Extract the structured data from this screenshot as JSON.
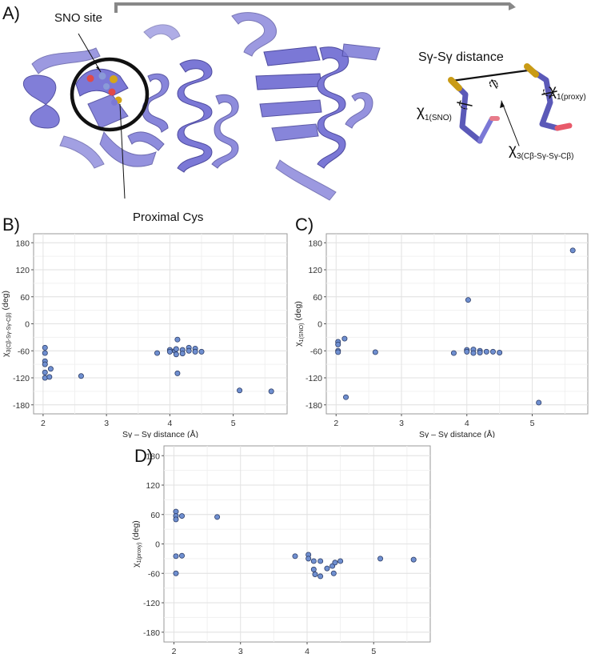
{
  "panel_a": {
    "letter": "A)",
    "sno_site": "SNO site",
    "proximal_cys": "Proximal Cys",
    "distance_label": "Sγ-Sγ distance",
    "chi1_sno": "χ",
    "chi1_sno_sub": "1(SNO)",
    "chi1_proxy": "χ",
    "chi1_proxy_sub": "1(proxy)",
    "chi3": "χ",
    "chi3_sub": "3(Cβ-Sγ-Sγ-Cβ)",
    "colors": {
      "ribbon": "#7b78d6",
      "sulfur": "#d4a619",
      "oxygen": "#e04a4a",
      "nitrogen": "#8a9ad8"
    }
  },
  "chart_data": [
    {
      "panel": "B)",
      "type": "scatter",
      "xlabel": "Sγ – Sγ distance (Å)",
      "ylabel": "χ",
      "ylabel_sub": "3(Cβ-Sγ-Sγ-Cβ)",
      "ylabel_unit": " (deg)",
      "xlim": [
        1.85,
        5.85
      ],
      "ylim": [
        -200,
        200
      ],
      "xticks": [
        2,
        3,
        4,
        5
      ],
      "yticks": [
        180,
        120,
        60,
        0,
        -60,
        -120,
        -180
      ],
      "grid": true,
      "color": "#6f8fd0",
      "points": [
        [
          2.03,
          -53
        ],
        [
          2.03,
          -65
        ],
        [
          2.03,
          -83
        ],
        [
          2.03,
          -90
        ],
        [
          2.03,
          -108
        ],
        [
          2.03,
          -120
        ],
        [
          2.1,
          -118
        ],
        [
          2.12,
          -100
        ],
        [
          2.6,
          -116
        ],
        [
          3.8,
          -65
        ],
        [
          4.0,
          -58
        ],
        [
          4.0,
          -62
        ],
        [
          4.08,
          -60
        ],
        [
          4.1,
          -56
        ],
        [
          4.1,
          -68
        ],
        [
          4.12,
          -35
        ],
        [
          4.12,
          -110
        ],
        [
          4.2,
          -58
        ],
        [
          4.2,
          -66
        ],
        [
          4.3,
          -53
        ],
        [
          4.3,
          -60
        ],
        [
          4.4,
          -55
        ],
        [
          4.4,
          -62
        ],
        [
          4.5,
          -62
        ],
        [
          5.1,
          -148
        ],
        [
          5.6,
          -150
        ]
      ]
    },
    {
      "panel": "C)",
      "type": "scatter",
      "xlabel": "Sγ – Sγ distance (Å)",
      "ylabel": "χ",
      "ylabel_sub": "1(SNO)",
      "ylabel_unit": " (deg)",
      "xlim": [
        1.85,
        5.85
      ],
      "ylim": [
        -200,
        200
      ],
      "xticks": [
        2,
        3,
        4,
        5
      ],
      "yticks": [
        180,
        120,
        60,
        0,
        -60,
        -120,
        -180
      ],
      "grid": true,
      "color": "#6f8fd0",
      "points": [
        [
          2.03,
          -40
        ],
        [
          2.03,
          -46
        ],
        [
          2.03,
          -60
        ],
        [
          2.03,
          -63
        ],
        [
          2.13,
          -33
        ],
        [
          2.15,
          -163
        ],
        [
          2.6,
          -63
        ],
        [
          3.8,
          -65
        ],
        [
          4.0,
          -58
        ],
        [
          4.0,
          -62
        ],
        [
          4.02,
          53
        ],
        [
          4.1,
          -57
        ],
        [
          4.1,
          -65
        ],
        [
          4.2,
          -60
        ],
        [
          4.2,
          -64
        ],
        [
          4.3,
          -62
        ],
        [
          4.4,
          -62
        ],
        [
          4.5,
          -64
        ],
        [
          5.1,
          -175
        ],
        [
          5.62,
          163
        ]
      ]
    },
    {
      "panel": "D)",
      "type": "scatter",
      "xlabel": "Sγ – Sγ distance (Å)",
      "ylabel": "χ",
      "ylabel_sub": "1(proxy)",
      "ylabel_unit": " (deg)",
      "xlim": [
        1.85,
        5.85
      ],
      "ylim": [
        -200,
        200
      ],
      "xticks": [
        2,
        3,
        4,
        5
      ],
      "yticks": [
        180,
        120,
        60,
        0,
        -60,
        -120,
        -180
      ],
      "grid": true,
      "color": "#6f8fd0",
      "points": [
        [
          2.03,
          66
        ],
        [
          2.03,
          57
        ],
        [
          2.03,
          50
        ],
        [
          2.03,
          -25
        ],
        [
          2.03,
          -60
        ],
        [
          2.12,
          57
        ],
        [
          2.12,
          -24
        ],
        [
          2.65,
          55
        ],
        [
          3.82,
          -25
        ],
        [
          4.02,
          -22
        ],
        [
          4.02,
          -30
        ],
        [
          4.1,
          -35
        ],
        [
          4.1,
          -52
        ],
        [
          4.12,
          -62
        ],
        [
          4.2,
          -35
        ],
        [
          4.2,
          -66
        ],
        [
          4.3,
          -50
        ],
        [
          4.38,
          -45
        ],
        [
          4.4,
          -60
        ],
        [
          4.42,
          -38
        ],
        [
          4.5,
          -35
        ],
        [
          5.1,
          -30
        ],
        [
          5.6,
          -32
        ]
      ]
    }
  ]
}
